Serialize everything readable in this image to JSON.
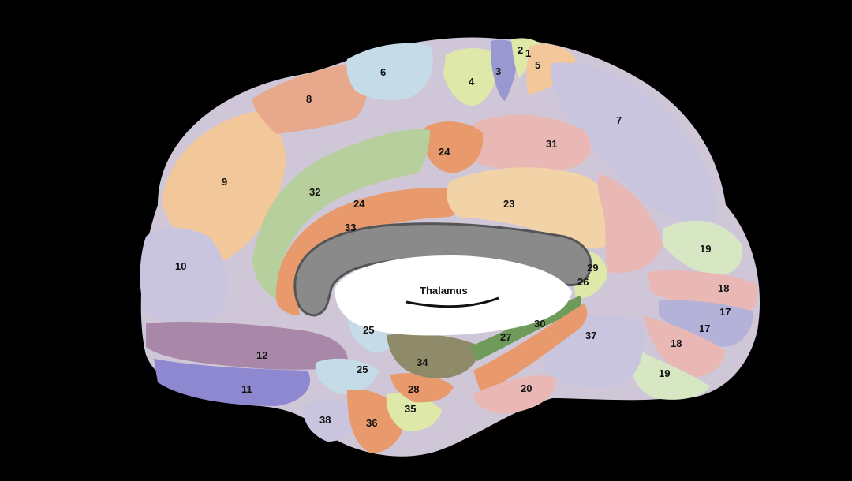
{
  "labels": {
    "1": "1",
    "2": "2",
    "3": "3",
    "4": "4",
    "5": "5",
    "6": "6",
    "7": "7",
    "8": "8",
    "9": "9",
    "10": "10",
    "11": "11",
    "12": "12",
    "17": "17",
    "18": "18",
    "19": "19",
    "20": "20",
    "23": "23",
    "24": "24",
    "25": "25",
    "26": "26",
    "27": "27",
    "28": "28",
    "29": "29",
    "30": "30",
    "31": "31",
    "32": "32",
    "33": "33",
    "34": "34",
    "35": "35",
    "36": "36",
    "37": "37",
    "38": "38"
  },
  "structures": {
    "thalamus": "Thalamus"
  },
  "colors": {
    "background": "#000000",
    "peach": "#f2c79a",
    "salmon": "#e8a88c",
    "sage": "#b7cf9c",
    "orange": "#e89a6c",
    "lavender": "#c9c5df",
    "pink": "#e9b7b4",
    "lightblue": "#c5dbe8",
    "yellowgreen": "#dde8a9",
    "mauve": "#a987a9",
    "blue": "#8d88cf",
    "olive": "#8f8a6a",
    "callosum": "#8a8a8a",
    "green": "#6f9b5a"
  }
}
